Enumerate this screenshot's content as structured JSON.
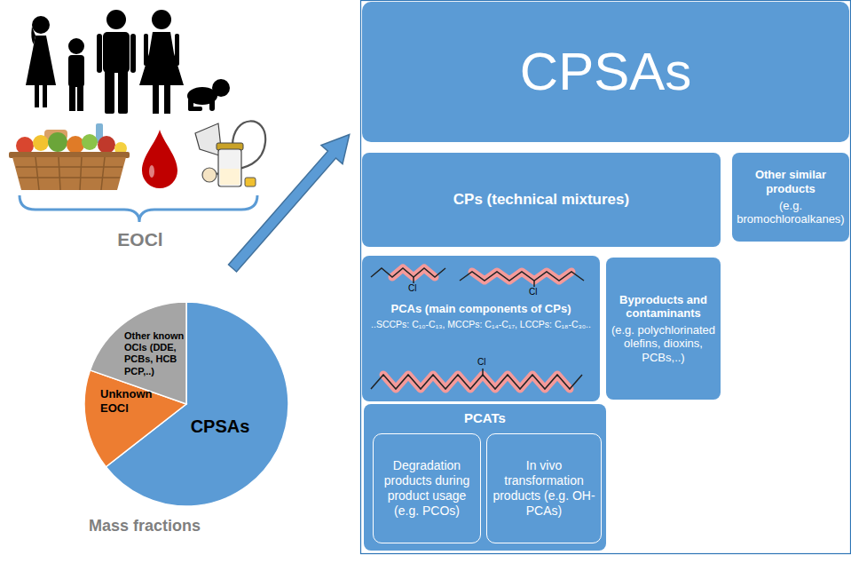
{
  "diagram": {
    "nodes": [
      {
        "text": [
          "CPSAs"
        ]
      },
      {
        "text": [
          "CPs (technical mixtures)"
        ]
      },
      {
        "text": [
          "Other similar products",
          "(e.g. bromochloroalkanes)"
        ]
      },
      {
        "text": [
          "PCAs (main components of CPs)",
          "..SCCPs: C₁₀-C₁₃, MCCPs: C₁₄-C₁₇, LCCPs: C₁₈-C₃₀.."
        ]
      },
      {
        "text": [
          "Byproducts and contaminants",
          "(e.g. polychlorinated olefins, dioxins, PCBs,..)"
        ]
      },
      {
        "text": [
          "PCATs"
        ]
      },
      {
        "text": [
          "Degradation products during product usage (e.g. PCOs)"
        ],
        "in": 5
      },
      {
        "text": [
          "In vivo transformation products (e.g. OH-PCAs)"
        ],
        "in": 5
      }
    ],
    "labels": [
      "EOCl",
      "CPSAs",
      "Unknown EOCl",
      "Other known OCls (DDE, PCBs, HCB PCP,..)",
      "Mass fractions",
      "Cl",
      "Cl",
      "Cl"
    ]
  }
}
